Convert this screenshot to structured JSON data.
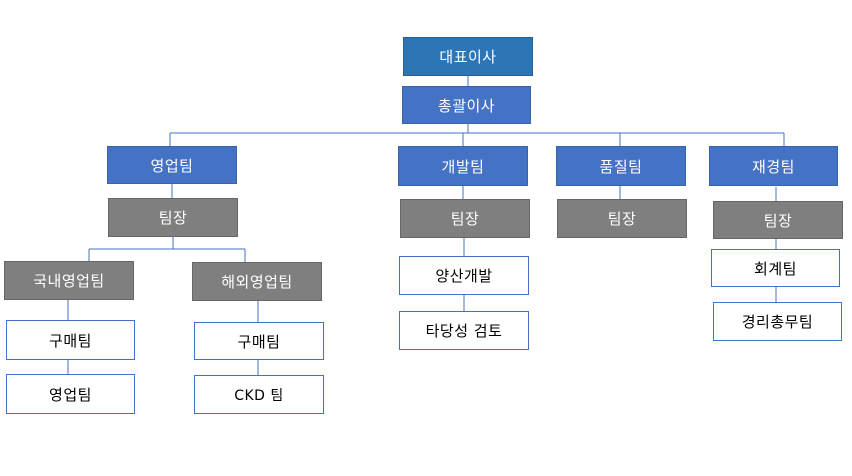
{
  "org": {
    "ceo": "대표이사",
    "executive": "총괄이사",
    "sales": {
      "name": "영업팀",
      "lead": "팀장",
      "domestic": {
        "name": "국내영업팀",
        "units": [
          "구매팀",
          "영업팀"
        ]
      },
      "overseas": {
        "name": "해외영업팀",
        "units": [
          "구매팀",
          "CKD 팀"
        ]
      }
    },
    "development": {
      "name": "개발팀",
      "lead": "팀장",
      "units": [
        "양산개발",
        "타당성 검토"
      ]
    },
    "quality": {
      "name": "품질팀",
      "lead": "팀장"
    },
    "finance": {
      "name": "재경팀",
      "lead": "팀장",
      "units": [
        "회계팀",
        "경리총무팀"
      ]
    }
  },
  "colors": {
    "dept": "#4472c4",
    "ceo": "#2e75b6",
    "lead": "#7f7f7f",
    "line": "#4472c4"
  }
}
